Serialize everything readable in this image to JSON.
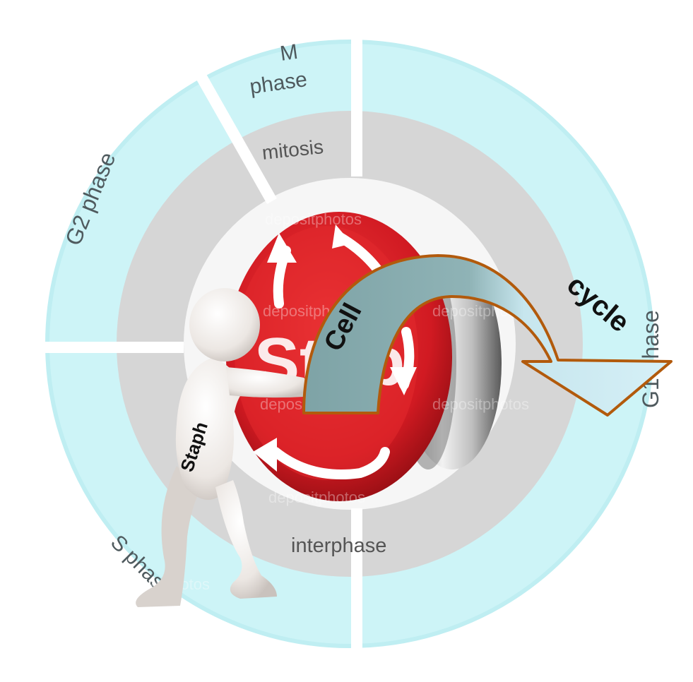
{
  "outer_ring": {
    "m_phase_line1": "M",
    "m_phase_line2": "phase",
    "g2_phase": "G2 phase",
    "g1_phase": "G1 phase",
    "s_phase": "S phase"
  },
  "inner_ring": {
    "mitosis": "mitosis",
    "interphase": "interphase"
  },
  "button": {
    "stop_text": "Stop",
    "watermark": "depositphotos"
  },
  "figure": {
    "label": "Staph"
  },
  "arrow": {
    "word1": "Cell",
    "word2": "cycle"
  },
  "colors": {
    "outer_ring": "#cdf4f7",
    "inner_ring": "#d6d6d6",
    "button_red": "#d81e26",
    "arrow_left": "#7fa4a8",
    "arrow_right": "#d3eef5",
    "arrow_outline": "#b25a0c"
  }
}
